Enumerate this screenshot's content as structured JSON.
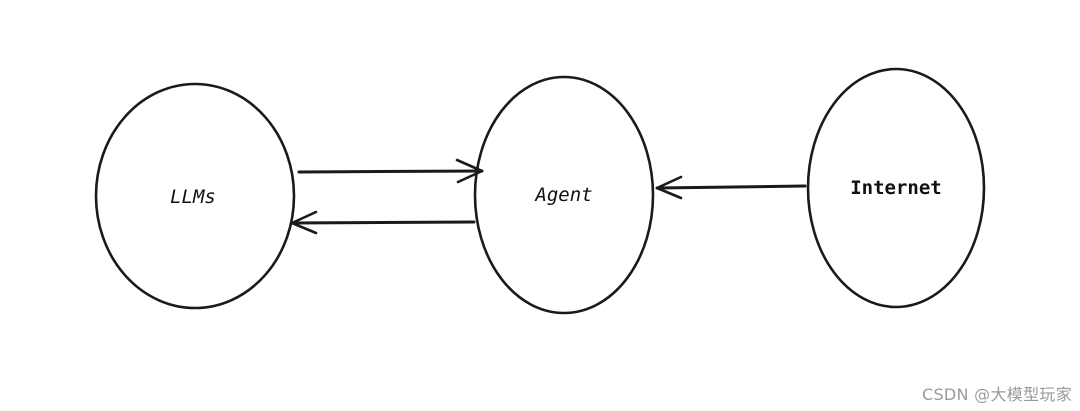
{
  "diagram": {
    "nodes": [
      {
        "id": "llms",
        "label": "LLMs"
      },
      {
        "id": "agent",
        "label": "Agent"
      },
      {
        "id": "internet",
        "label": "Internet"
      }
    ],
    "edges": [
      {
        "from": "llms",
        "to": "agent"
      },
      {
        "from": "agent",
        "to": "llms"
      },
      {
        "from": "internet",
        "to": "agent"
      }
    ]
  },
  "watermark": {
    "text": "CSDN @大模型玩家"
  },
  "colors": {
    "stroke": "#1a1a1a",
    "background": "#ffffff",
    "watermark": "#9a9a9a"
  }
}
